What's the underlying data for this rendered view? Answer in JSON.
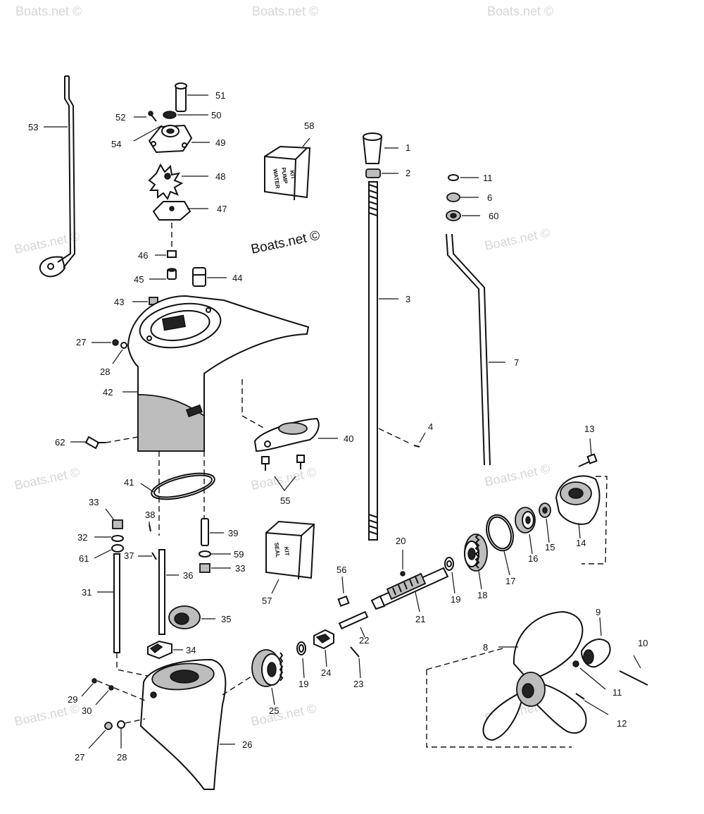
{
  "watermark": {
    "faint": "Boats.net ©",
    "main": "Boats.net ©"
  },
  "kits": {
    "water_pump_line1": "WATER",
    "water_pump_line2": "PUMP",
    "water_pump_line3": "KIT",
    "seal_line1": "SEAL",
    "seal_line2": "KIT"
  },
  "callouts": [
    {
      "id": "c1",
      "label": "1"
    },
    {
      "id": "c2",
      "label": "2"
    },
    {
      "id": "c3",
      "label": "3"
    },
    {
      "id": "c4",
      "label": "4"
    },
    {
      "id": "c6",
      "label": "6"
    },
    {
      "id": "c7",
      "label": "7"
    },
    {
      "id": "c8",
      "label": "8"
    },
    {
      "id": "c9",
      "label": "9"
    },
    {
      "id": "c10",
      "label": "10"
    },
    {
      "id": "c11a",
      "label": "11"
    },
    {
      "id": "c11b",
      "label": "11"
    },
    {
      "id": "c12",
      "label": "12"
    },
    {
      "id": "c13",
      "label": "13"
    },
    {
      "id": "c14",
      "label": "14"
    },
    {
      "id": "c15",
      "label": "15"
    },
    {
      "id": "c16",
      "label": "16"
    },
    {
      "id": "c17",
      "label": "17"
    },
    {
      "id": "c18",
      "label": "18"
    },
    {
      "id": "c19a",
      "label": "19"
    },
    {
      "id": "c19b",
      "label": "19"
    },
    {
      "id": "c20",
      "label": "20"
    },
    {
      "id": "c21",
      "label": "21"
    },
    {
      "id": "c22",
      "label": "22"
    },
    {
      "id": "c23",
      "label": "23"
    },
    {
      "id": "c24",
      "label": "24"
    },
    {
      "id": "c25",
      "label": "25"
    },
    {
      "id": "c26",
      "label": "26"
    },
    {
      "id": "c27a",
      "label": "27"
    },
    {
      "id": "c27b",
      "label": "27"
    },
    {
      "id": "c28a",
      "label": "28"
    },
    {
      "id": "c28b",
      "label": "28"
    },
    {
      "id": "c29",
      "label": "29"
    },
    {
      "id": "c30",
      "label": "30"
    },
    {
      "id": "c31",
      "label": "31"
    },
    {
      "id": "c32",
      "label": "32"
    },
    {
      "id": "c33a",
      "label": "33"
    },
    {
      "id": "c33b",
      "label": "33"
    },
    {
      "id": "c34",
      "label": "34"
    },
    {
      "id": "c35",
      "label": "35"
    },
    {
      "id": "c36",
      "label": "36"
    },
    {
      "id": "c37",
      "label": "37"
    },
    {
      "id": "c38",
      "label": "38"
    },
    {
      "id": "c39",
      "label": "39"
    },
    {
      "id": "c40",
      "label": "40"
    },
    {
      "id": "c41",
      "label": "41"
    },
    {
      "id": "c42",
      "label": "42"
    },
    {
      "id": "c43",
      "label": "43"
    },
    {
      "id": "c44",
      "label": "44"
    },
    {
      "id": "c45",
      "label": "45"
    },
    {
      "id": "c46",
      "label": "46"
    },
    {
      "id": "c47",
      "label": "47"
    },
    {
      "id": "c48",
      "label": "48"
    },
    {
      "id": "c49",
      "label": "49"
    },
    {
      "id": "c50",
      "label": "50"
    },
    {
      "id": "c51",
      "label": "51"
    },
    {
      "id": "c52",
      "label": "52"
    },
    {
      "id": "c53",
      "label": "53"
    },
    {
      "id": "c54",
      "label": "54"
    },
    {
      "id": "c55",
      "label": "55"
    },
    {
      "id": "c56",
      "label": "56"
    },
    {
      "id": "c57",
      "label": "57"
    },
    {
      "id": "c58",
      "label": "58"
    },
    {
      "id": "c59",
      "label": "59"
    },
    {
      "id": "c60",
      "label": "60"
    },
    {
      "id": "c61",
      "label": "61"
    },
    {
      "id": "c62",
      "label": "62"
    }
  ]
}
